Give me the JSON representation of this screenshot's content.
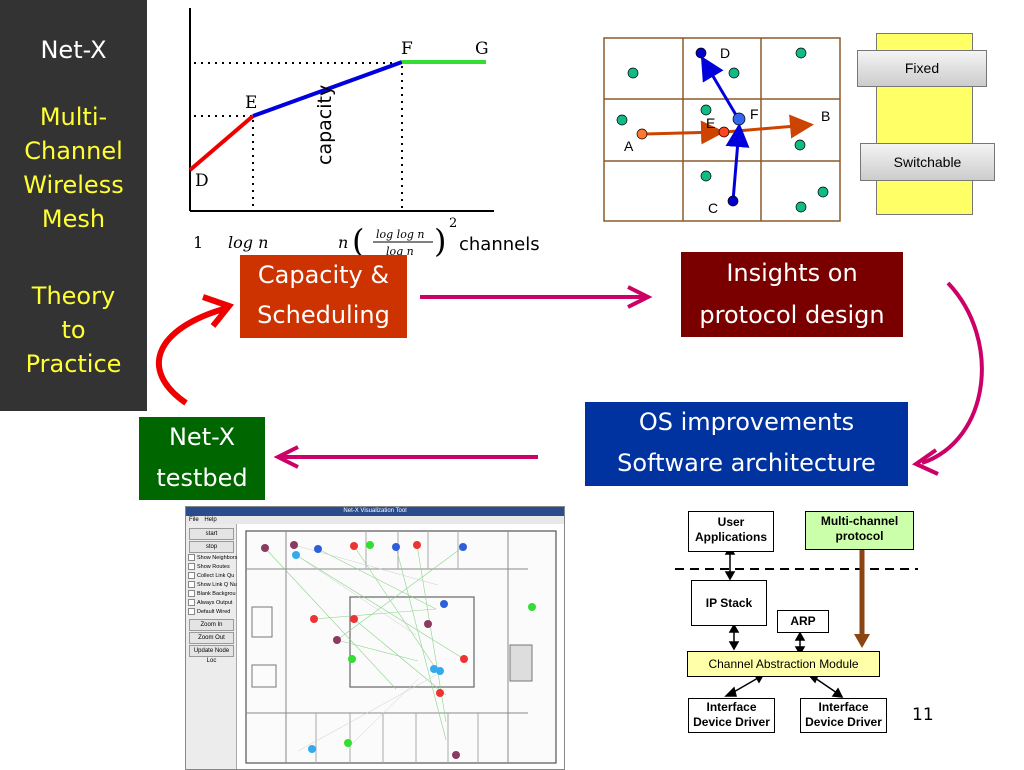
{
  "sidebar": {
    "title": "Net-X",
    "subtitle_lines": [
      "Multi-",
      "Channel",
      "Wireless",
      "Mesh"
    ],
    "theory_lines": [
      "Theory",
      "to",
      "Practice"
    ]
  },
  "capacity_graph": {
    "ylabel": "capacity",
    "point_labels": {
      "d": "D",
      "e": "E",
      "f": "F",
      "g": "G"
    },
    "x_tick_1": "1",
    "x_tick_logn": "log n",
    "x_tick_formula": {
      "prefix": "n",
      "numerator": "log log n",
      "denominator": "log n",
      "exponent": "2"
    },
    "xlabel": "channels"
  },
  "grid_diagram": {
    "labels": {
      "a": "A",
      "b": "B",
      "c": "C",
      "d": "D",
      "e": "E",
      "f": "F"
    }
  },
  "interfaces": {
    "fixed_label": "Fixed",
    "switchable_label": "Switchable"
  },
  "cycle": {
    "capacity_box": [
      "Capacity &",
      "Scheduling"
    ],
    "insights_box": [
      "Insights on",
      "protocol design"
    ],
    "os_box": [
      "OS improvements",
      "Software architecture"
    ],
    "testbed_box": [
      "Net-X",
      "testbed"
    ]
  },
  "tool": {
    "window_title": "Net-X Visualization Tool",
    "menu": [
      "File",
      "Help"
    ],
    "buttons": [
      "start",
      "stop"
    ],
    "checkboxes": [
      "Show Neighbors",
      "Show Routes",
      "Collect Link Qu",
      "Show Link Q Nu",
      "Blank Backgrou",
      "Always Output",
      "Default Wired"
    ],
    "zoom_in": "Zoom In",
    "zoom_out": "Zoom Out",
    "update": "Update Node Loc"
  },
  "architecture": {
    "user_apps": [
      "User",
      "Applications"
    ],
    "multichannel": [
      "Multi-channel",
      "protocol"
    ],
    "ip_stack": "IP Stack",
    "arp": "ARP",
    "cam": "Channel Abstraction Module",
    "driver_left": [
      "Interface",
      "Device Driver"
    ],
    "driver_right": [
      "Interface",
      "Device Driver"
    ]
  },
  "page_number": "11",
  "colors": {
    "sidebar_bg": "#333333",
    "sidebar_title": "#ffffff",
    "sidebar_accent": "#ffff33",
    "capacity_box": "#cc3300",
    "insights_box": "#7a0000",
    "os_box": "#0033a0",
    "testbed_box": "#006600",
    "cycle_arrow": "#cc0066",
    "red_arrow": "#ee0000",
    "line_red": "#ee0000",
    "line_blue": "#0000dd",
    "line_green": "#33dd33",
    "interface_yellow": "#ffff66",
    "multichannel_green": "#ccffaa",
    "cam_yellow": "#ffffaa",
    "brown_arrow": "#8b4513"
  }
}
